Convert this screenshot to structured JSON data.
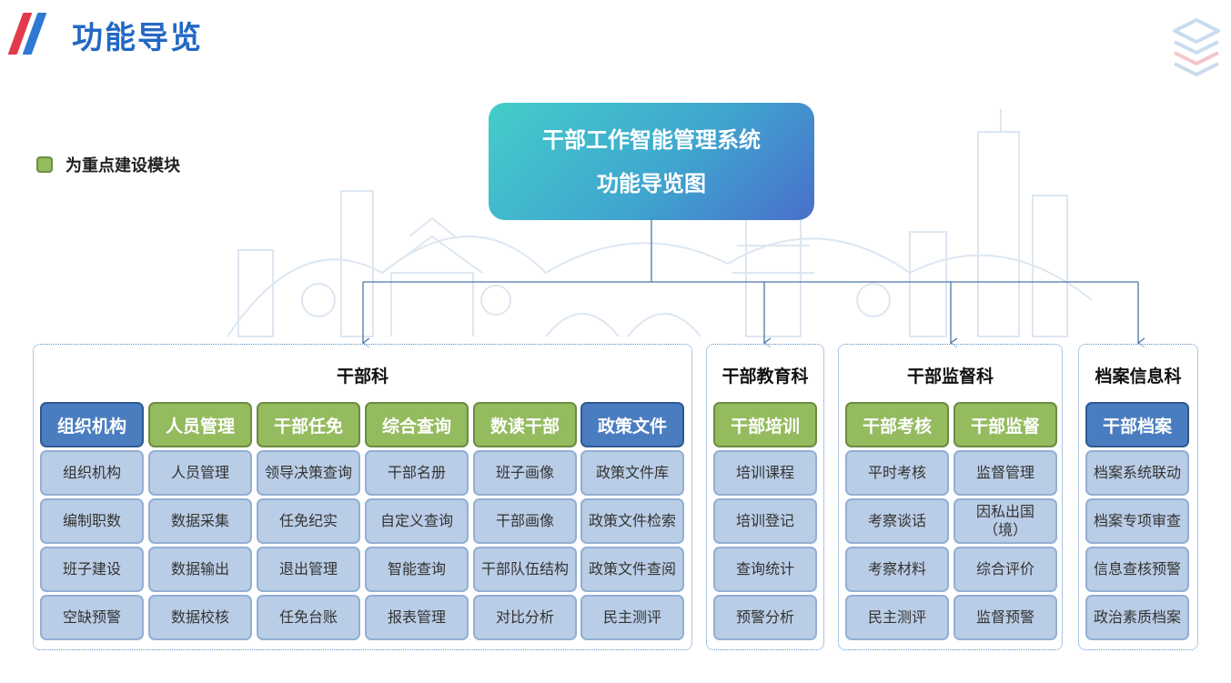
{
  "title": "功能导览",
  "legend": {
    "label": "为重点建设模块",
    "color": "#94bb5e"
  },
  "root": {
    "line1": "干部工作智能管理系统",
    "line2": "功能导览图"
  },
  "departments": [
    {
      "name": "干部科",
      "columns": [
        {
          "header": "组织机构",
          "key": false,
          "items": [
            "组织机构",
            "编制职数",
            "班子建设",
            "空缺预警"
          ]
        },
        {
          "header": "人员管理",
          "key": true,
          "items": [
            "人员管理",
            "数据采集",
            "数据输出",
            "数据校核"
          ]
        },
        {
          "header": "干部任免",
          "key": true,
          "items": [
            "领导决策查询",
            "任免纪实",
            "退出管理",
            "任免台账"
          ]
        },
        {
          "header": "综合查询",
          "key": true,
          "items": [
            "干部名册",
            "自定义查询",
            "智能查询",
            "报表管理"
          ]
        },
        {
          "header": "数读干部",
          "key": true,
          "items": [
            "班子画像",
            "干部画像",
            "干部队伍结构",
            "对比分析"
          ]
        },
        {
          "header": "政策文件",
          "key": false,
          "items": [
            "政策文件库",
            "政策文件检索",
            "政策文件查阅",
            "民主测评"
          ]
        }
      ]
    },
    {
      "name": "干部教育科",
      "columns": [
        {
          "header": "干部培训",
          "key": true,
          "items": [
            "培训课程",
            "培训登记",
            "查询统计",
            "预警分析"
          ]
        }
      ]
    },
    {
      "name": "干部监督科",
      "columns": [
        {
          "header": "干部考核",
          "key": true,
          "items": [
            "平时考核",
            "考察谈话",
            "考察材料",
            "民主测评"
          ]
        },
        {
          "header": "干部监督",
          "key": true,
          "items": [
            "监督管理",
            "因私出国（境）",
            "综合评价",
            "监督预警"
          ]
        }
      ]
    },
    {
      "name": "档案信息科",
      "columns": [
        {
          "header": "干部档案",
          "key": false,
          "items": [
            "档案系统联动",
            "档案专项审查",
            "信息查核预警",
            "政治素质档案"
          ]
        }
      ]
    }
  ],
  "colors": {
    "title": "#2368c4",
    "key_module": "#94bb5e",
    "module": "#4a7dc0",
    "item": "#b9cde6"
  }
}
